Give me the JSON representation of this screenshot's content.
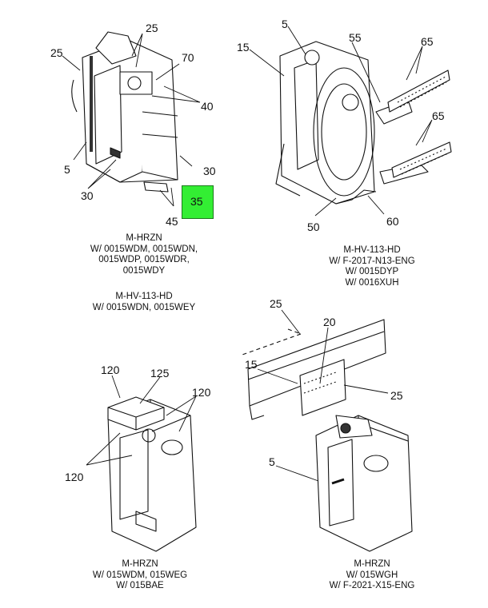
{
  "highlight": {
    "callout": "35",
    "color": "#33ee33"
  },
  "callouts": {
    "tl_25a": "25",
    "tl_25b": "25",
    "tl_70": "70",
    "tl_40": "40",
    "tl_5": "5",
    "tl_30a": "30",
    "tl_30b": "30",
    "tl_35": "35",
    "tl_45": "45",
    "tr_5": "5",
    "tr_15": "15",
    "tr_55": "55",
    "tr_65a": "65",
    "tr_65b": "65",
    "tr_50": "50",
    "tr_60": "60",
    "bl_120a": "120",
    "bl_125": "125",
    "bl_120b": "120",
    "bl_120c": "120",
    "br_25a": "25",
    "br_20": "20",
    "br_15": "15",
    "br_25b": "25",
    "br_5": "5"
  },
  "captions": {
    "top_left": [
      "M-HRZN",
      "W/ 0015WDM, 0015WDN,",
      "0015WDP, 0015WDR,",
      "0015WDY"
    ],
    "mid_left": [
      "M-HV-113-HD",
      "W/ 0015WDN, 0015WEY"
    ],
    "top_right": [
      "M-HV-113-HD",
      "W/ F-2017-N13-ENG",
      "W/ 0015DYP",
      "W/ 0016XUH"
    ],
    "bottom_left": [
      "M-HRZN",
      "W/ 015WDM, 015WEG",
      "W/ 015BAE"
    ],
    "bottom_right": [
      "M-HRZN",
      "W/ 015WGH",
      "W/ F-2021-X15-ENG"
    ]
  }
}
